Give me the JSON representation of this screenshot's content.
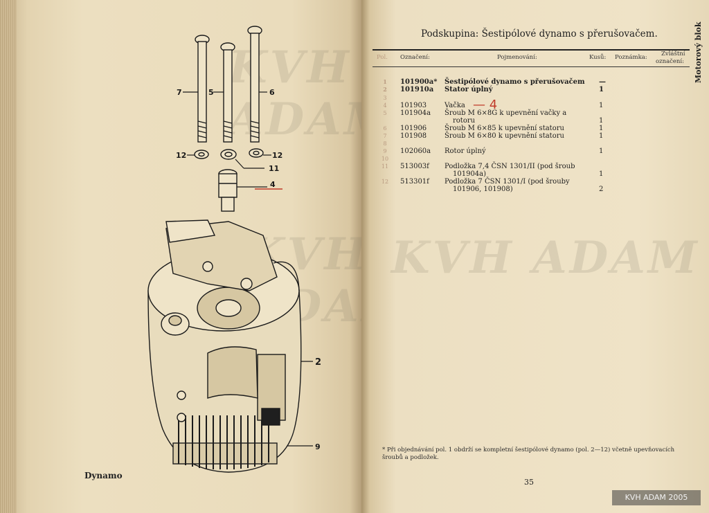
{
  "left_page": {
    "caption": "Dynamo",
    "callouts": {
      "c7": "7",
      "c5": "5",
      "c6": "6",
      "c12a": "12",
      "c12b": "12",
      "c11": "11",
      "c4": "4",
      "c2": "2",
      "c9": "9"
    }
  },
  "right_page": {
    "heading": "Podskupina: Šestipólové dynamo s přerušovačem.",
    "side_tab": "Motorový blok",
    "columns": {
      "pol": "Pol.",
      "oznaceni": "Označení:",
      "pojmenovani": "Pojmenování:",
      "kusu": "Kusů:",
      "poznamka": "Poznámka:",
      "zvlastni": "Zvláštní",
      "zvlastni2": "označení:"
    },
    "rows": [
      {
        "pol": "1",
        "code": "101900a*",
        "desc": "Šestipólové dynamo s přerušovačem",
        "qty": "—"
      },
      {
        "pol": "2",
        "code": "101910a",
        "desc": "Stator úplný",
        "qty": "1"
      },
      {
        "pol": "3",
        "code": "",
        "desc": "",
        "qty": ""
      },
      {
        "pol": "4",
        "code": "101903",
        "desc": "Vačka",
        "qty": "1"
      },
      {
        "pol": "5",
        "code": "101904a",
        "desc": "Šroub M 6×8G k upevnění vačky a",
        "qty": ""
      },
      {
        "pol": "",
        "code": "",
        "desc": "rotoru",
        "qty": "1"
      },
      {
        "pol": "6",
        "code": "101906",
        "desc": "Šroub M 6×85 k upevnění statoru",
        "qty": "1"
      },
      {
        "pol": "7",
        "code": "101908",
        "desc": "Šroub M 6×80 k upevnění statoru",
        "qty": "1"
      },
      {
        "pol": "8",
        "code": "",
        "desc": "",
        "qty": ""
      },
      {
        "pol": "9",
        "code": "102060a",
        "desc": "Rotor úplný",
        "qty": "1"
      },
      {
        "pol": "10",
        "code": "",
        "desc": "",
        "qty": ""
      },
      {
        "pol": "11",
        "code": "513003f",
        "desc": "Podložka 7,4 ČSN 1301/II (pod šroub",
        "qty": ""
      },
      {
        "pol": "",
        "code": "",
        "desc": "101904a)",
        "qty": "1"
      },
      {
        "pol": "12",
        "code": "513301f",
        "desc": "Podložka 7 ČSN 1301/I (pod šrouby",
        "qty": ""
      },
      {
        "pol": "",
        "code": "",
        "desc": "101906, 101908)",
        "qty": "2"
      }
    ],
    "handwritten": "— 4",
    "footnote": "* Při objednávání pol. 1 obdrží se kompletní šestipólové dynamo (pol. 2—12) včetně upevňovacích šroubů a podložek.",
    "page_number": "35"
  },
  "watermarks": [
    "KVH ADAM",
    "KVH ADAM",
    "KVH ADAM"
  ],
  "stamp": "KVH ADAM 2005"
}
